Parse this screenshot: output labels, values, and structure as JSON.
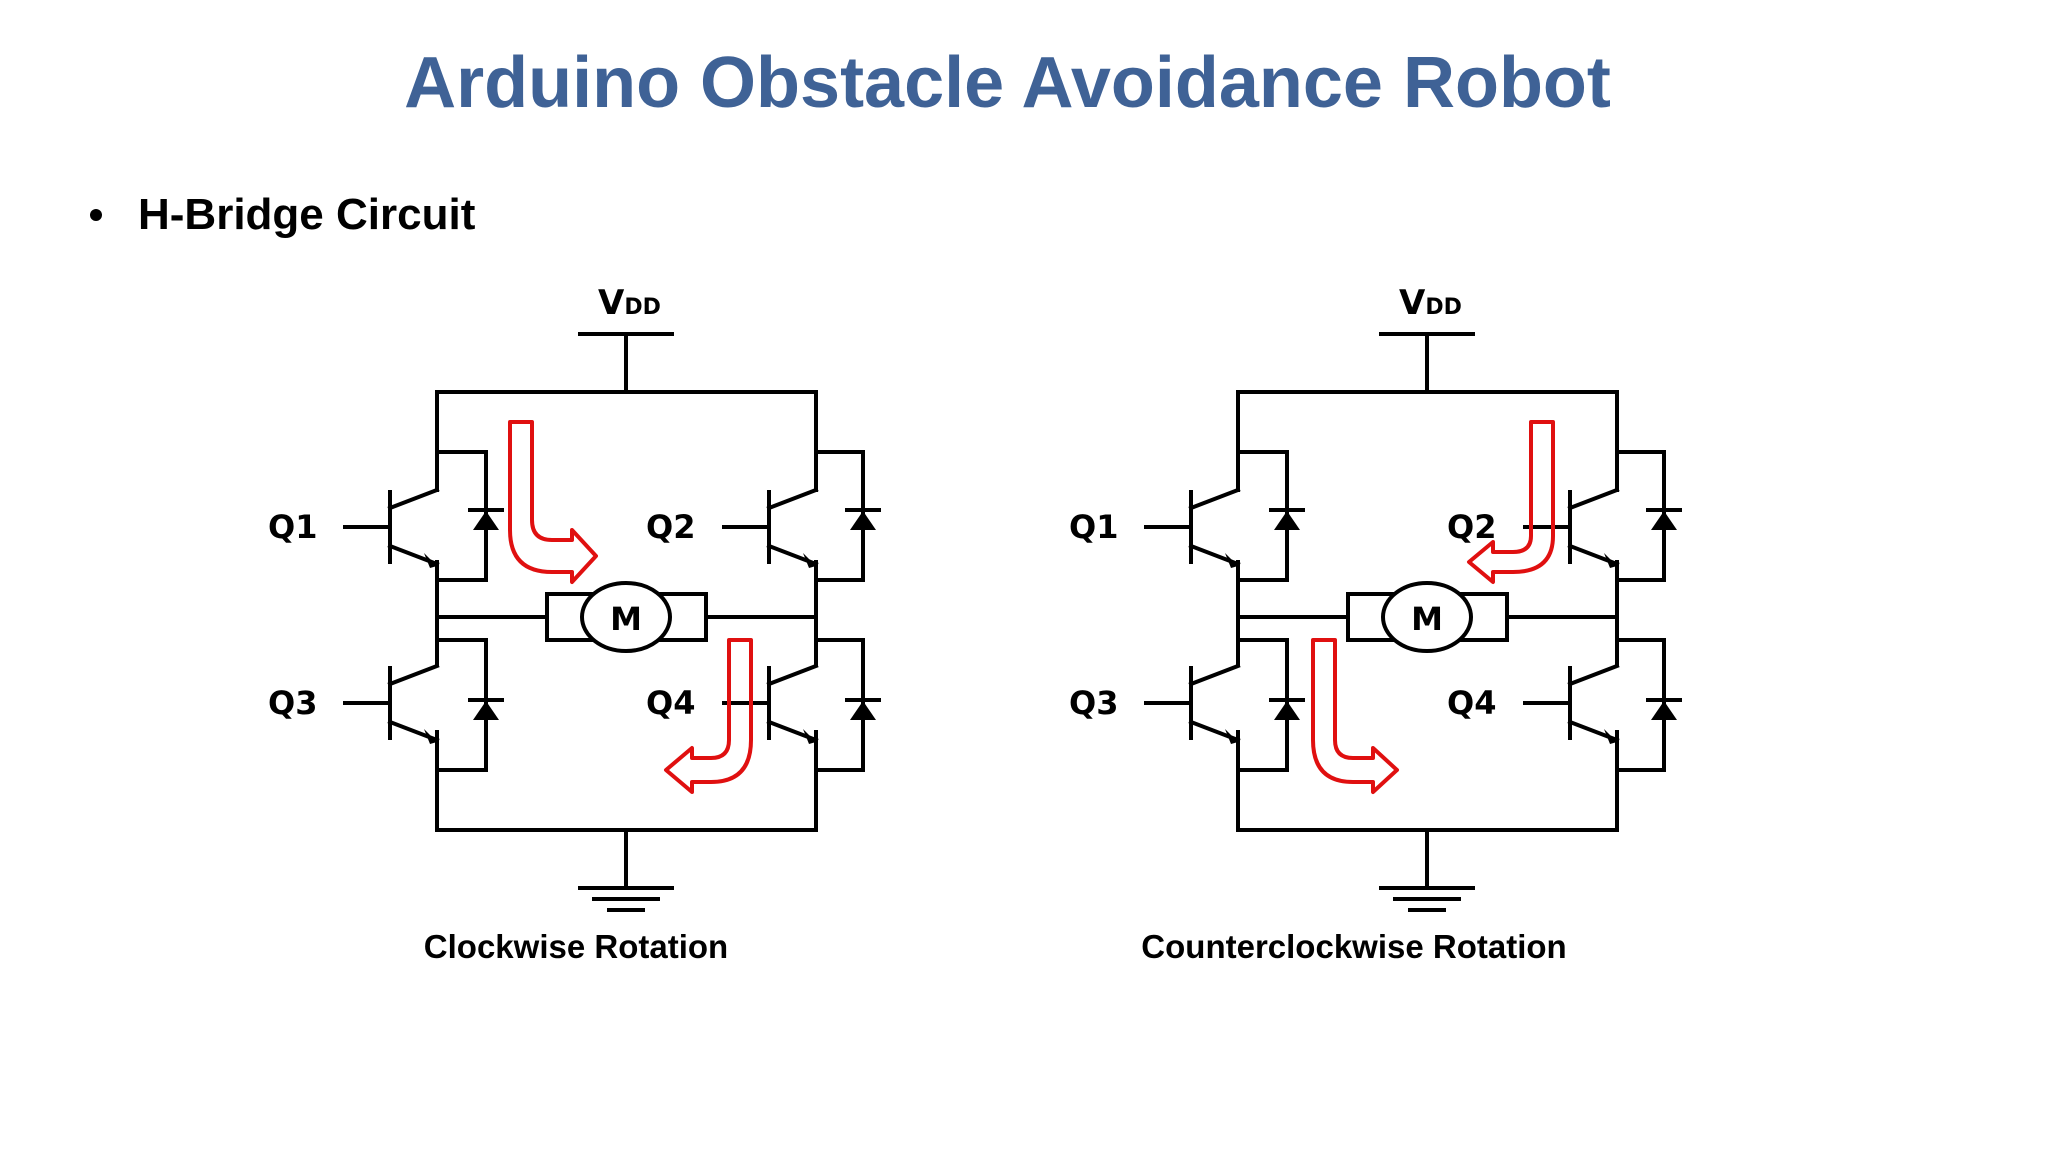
{
  "slide": {
    "title": "Arduino Obstacle Avoidance Robot",
    "bullet": "H-Bridge Circuit"
  },
  "colors": {
    "title": "#3f6296",
    "wire": "#000000",
    "current_arrow": "#e01010"
  },
  "diagrams": [
    {
      "caption": "Clockwise Rotation",
      "supply": {
        "main": "V",
        "sub": "DD"
      },
      "motor": "M",
      "transistors": [
        "Q1",
        "Q2",
        "Q3",
        "Q4"
      ],
      "current_path": [
        "Q1",
        "Q4"
      ]
    },
    {
      "caption": "Counterclockwise Rotation",
      "supply": {
        "main": "V",
        "sub": "DD"
      },
      "motor": "M",
      "transistors": [
        "Q1",
        "Q2",
        "Q3",
        "Q4"
      ],
      "current_path": [
        "Q2",
        "Q3"
      ]
    }
  ]
}
